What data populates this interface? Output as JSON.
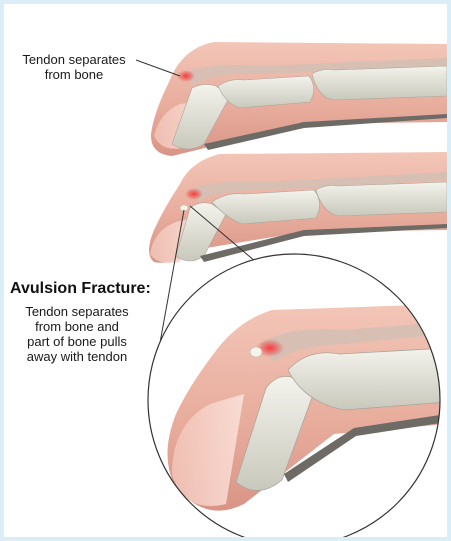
{
  "labels": {
    "top": {
      "line1": "Tendon separates",
      "line2": "from bone"
    },
    "avulsion": {
      "heading": "Avulsion Fracture:",
      "line1": "Tendon separates",
      "line2": "from bone and",
      "line3": "part of bone pulls",
      "line4": "away with tendon"
    }
  },
  "colors": {
    "background": "#dbeef7",
    "skin": "#eab3a3",
    "skin_shadow": "#d8968a",
    "bone": "#e4e3d8",
    "tendon_tear": "#e2323a",
    "outline": "#333333"
  }
}
